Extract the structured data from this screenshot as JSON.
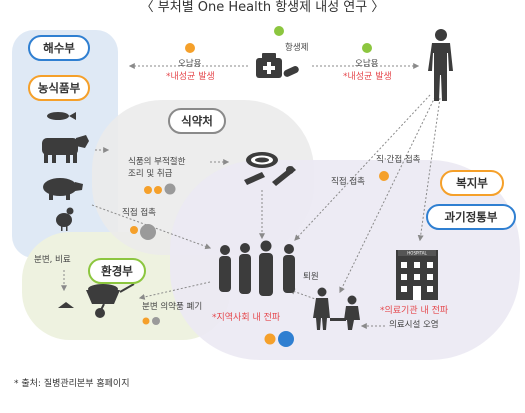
{
  "title": "〈 부처별 One Health 항생제 내성 연구 〉",
  "agencies": {
    "mof": "해수부",
    "mafra": "농식품부",
    "mfds": "식약처",
    "me": "환경부",
    "mohw": "복지부",
    "msit": "과기정통부"
  },
  "labels": {
    "antibiotic": "항생제",
    "misuse_left": "오남용",
    "resist_left": "*내성균 발생",
    "misuse_right": "오남용",
    "resist_right": "*내성균 발생",
    "food_handling_1": "식품의 부적절한",
    "food_handling_2": "조리 및 취급",
    "direct_contact_left": "직접 접촉",
    "direct_contact_mid": "직접 접촉",
    "indirect_contact": "직·간접 접촉",
    "manure": "분변, 비료",
    "drug_waste": "분변 의약품 폐기",
    "community_spread": "*지역사회 내 전파",
    "discharge": "퇴원",
    "hospital_spread": "*의료기관 내 전파",
    "hospital_pollution": "의료시설 오염",
    "hospital_sign": "HOSPITAL"
  },
  "footnote": "* 출처: 질병관리본부 홈페이지",
  "colors": {
    "orange": "#f5a02a",
    "green": "#8cc63f",
    "blue": "#2f7fd1",
    "gray": "#9a9a9a",
    "red": "#e5484d",
    "blue_region": "#dfe9f5",
    "green_region": "#eef2e0",
    "gray_region": "#ebebeb",
    "purple_region": "#ebe9f3",
    "icon": "#3c3c3c"
  }
}
